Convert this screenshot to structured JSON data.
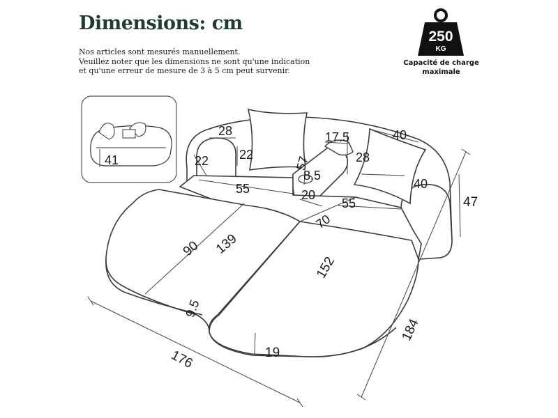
{
  "header": {
    "title": "Dimensions: cm",
    "note_lines": [
      "Nos articles sont mesurés manuellement.",
      "Veuillez noter que les dimensions ne sont qu'une indication",
      "et qu'une erreur de mesure de 3 à 5 cm peut survenir."
    ]
  },
  "capacity": {
    "value": "250",
    "unit": "KG",
    "caption_lines": [
      "Capacité de charge",
      "maximale"
    ]
  },
  "thumbnail": {
    "height_label": "41"
  },
  "dimensions": {
    "arm_top_width": "28",
    "arm_height_left": "22",
    "arm_inner_height": "22",
    "pillow_width": "57",
    "console_width": "17.5",
    "console_height": "28",
    "cupholder_diameter": "8.5",
    "console_depth": "20",
    "right_pillow_width": "40",
    "right_pillow_height": "40",
    "seat_depth_left": "55",
    "seat_depth_right": "55",
    "seat_gap": "70",
    "overall_height": "47",
    "cushion_width": "90",
    "cushion_length": "139",
    "bed_length": "152",
    "notch_depth": "9.5",
    "cushion_thickness": "19",
    "overall_width": "176",
    "overall_depth": "184"
  }
}
